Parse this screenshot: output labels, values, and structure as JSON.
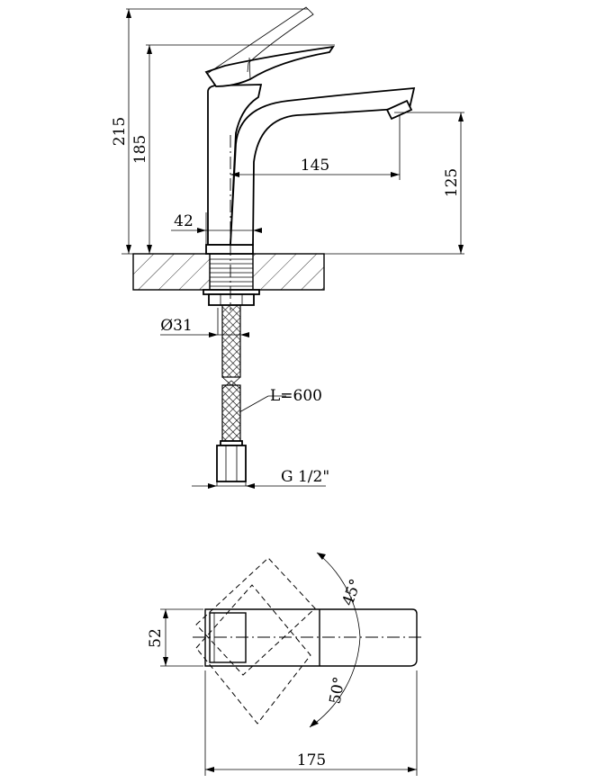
{
  "side_view": {
    "dimensions": {
      "total_height": "215",
      "lever_height": "185",
      "spout_reach": "145",
      "spout_height": "125",
      "body_width": "42",
      "thread_diameter": "Ø31",
      "hose_length": "L=600",
      "connection": "G 1/2\""
    }
  },
  "top_view": {
    "dimensions": {
      "body_width": "52",
      "total_length": "175",
      "rotation_hot": "45°",
      "rotation_cold": "50°"
    }
  }
}
